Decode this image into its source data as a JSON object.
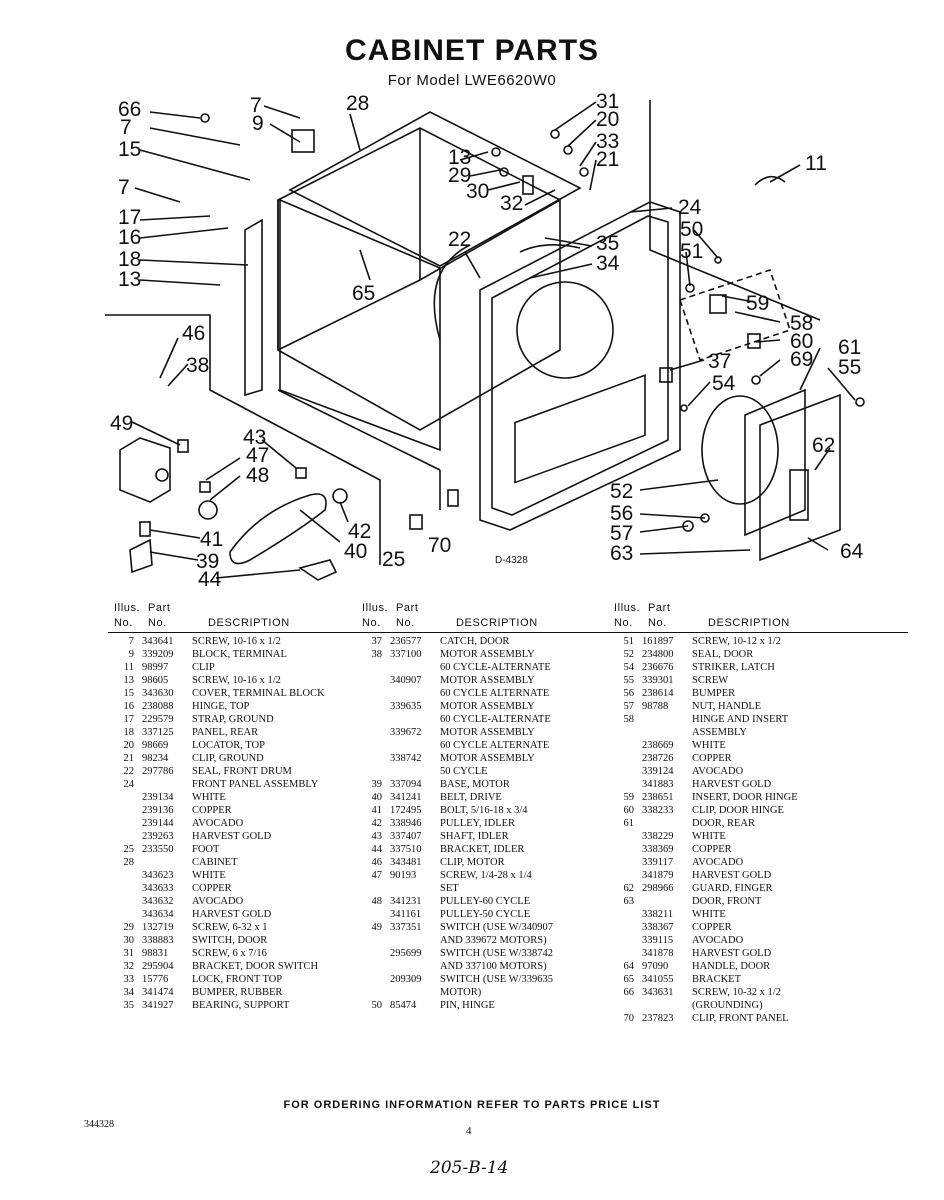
{
  "header": {
    "title": "CABINET PARTS",
    "subtitle": "For Model LWE6620W0"
  },
  "diagram": {
    "code": "D-4328",
    "callouts": [
      "66",
      "7",
      "15",
      "7",
      "17",
      "16",
      "18",
      "13",
      "7",
      "9",
      "28",
      "31",
      "20",
      "33",
      "21",
      "11",
      "13",
      "29",
      "30",
      "32",
      "22",
      "35",
      "34",
      "24",
      "50",
      "51",
      "59",
      "58",
      "60",
      "69",
      "61",
      "55",
      "65",
      "46",
      "38",
      "49",
      "43",
      "47",
      "48",
      "42",
      "40",
      "25",
      "70",
      "41",
      "39",
      "44",
      "37",
      "54",
      "62",
      "52",
      "56",
      "57",
      "63",
      "64"
    ]
  },
  "table_headers": {
    "illus": "Illus.",
    "part": "Part",
    "no": "No.",
    "no2": "No.",
    "description": "DESCRIPTION"
  },
  "columns": [
    [
      [
        "7",
        "343641",
        "SCREW, 10-16 x 1/2"
      ],
      [
        "9",
        "339209",
        "BLOCK, TERMINAL"
      ],
      [
        "11",
        "98997",
        "CLIP"
      ],
      [
        "13",
        "98605",
        "SCREW, 10-16 x 1/2"
      ],
      [
        "15",
        "343630",
        "COVER, TERMINAL BLOCK"
      ],
      [
        "16",
        "238088",
        "HINGE, TOP"
      ],
      [
        "17",
        "229579",
        "STRAP, GROUND"
      ],
      [
        "18",
        "337125",
        "PANEL, REAR"
      ],
      [
        "20",
        "98669",
        "LOCATOR, TOP"
      ],
      [
        "21",
        "98234",
        "CLIP, GROUND"
      ],
      [
        "22",
        "297786",
        "SEAL, FRONT DRUM"
      ],
      [
        "24",
        "",
        "FRONT PANEL ASSEMBLY"
      ],
      [
        "",
        "239134",
        "WHITE"
      ],
      [
        "",
        "239136",
        "COPPER"
      ],
      [
        "",
        "239144",
        "AVOCADO"
      ],
      [
        "",
        "239263",
        "HARVEST GOLD"
      ],
      [
        "25",
        "233550",
        "FOOT"
      ],
      [
        "28",
        "",
        "CABINET"
      ],
      [
        "",
        "343623",
        "WHITE"
      ],
      [
        "",
        "343633",
        "COPPER"
      ],
      [
        "",
        "343632",
        "AVOCADO"
      ],
      [
        "",
        "343634",
        "HARVEST GOLD"
      ],
      [
        "29",
        "132719",
        "SCREW, 6-32 x 1"
      ],
      [
        "30",
        "338883",
        "SWITCH, DOOR"
      ],
      [
        "31",
        "98831",
        "SCREW, 6 x 7/16"
      ],
      [
        "32",
        "295904",
        "BRACKET, DOOR SWITCH"
      ],
      [
        "33",
        "15776",
        "LOCK, FRONT TOP"
      ],
      [
        "34",
        "341474",
        "BUMPER, RUBBER"
      ],
      [
        "35",
        "341927",
        "BEARING, SUPPORT"
      ]
    ],
    [
      [
        "37",
        "236577",
        "CATCH, DOOR"
      ],
      [
        "38",
        "337100",
        "MOTOR ASSEMBLY"
      ],
      [
        "",
        "",
        "60 CYCLE-ALTERNATE"
      ],
      [
        "",
        "340907",
        "MOTOR ASSEMBLY"
      ],
      [
        "",
        "",
        "60 CYCLE ALTERNATE"
      ],
      [
        "",
        "339635",
        "MOTOR ASSEMBLY"
      ],
      [
        "",
        "",
        "60 CYCLE-ALTERNATE"
      ],
      [
        "",
        "339672",
        "MOTOR ASSEMBLY"
      ],
      [
        "",
        "",
        "60 CYCLE ALTERNATE"
      ],
      [
        "",
        "338742",
        "MOTOR ASSEMBLY"
      ],
      [
        "",
        "",
        "50 CYCLE"
      ],
      [
        "39",
        "337094",
        "BASE, MOTOR"
      ],
      [
        "40",
        "341241",
        "BELT, DRIVE"
      ],
      [
        "41",
        "172495",
        "BOLT, 5/16-18 x 3/4"
      ],
      [
        "42",
        "338946",
        "PULLEY, IDLER"
      ],
      [
        "43",
        "337407",
        "SHAFT, IDLER"
      ],
      [
        "44",
        "337510",
        "BRACKET, IDLER"
      ],
      [
        "46",
        "343481",
        "CLIP, MOTOR"
      ],
      [
        "47",
        "90193",
        "SCREW, 1/4-28 x 1/4"
      ],
      [
        "",
        "",
        "SET"
      ],
      [
        "48",
        "341231",
        "PULLEY-60 CYCLE"
      ],
      [
        "",
        "341161",
        "PULLEY-50 CYCLE"
      ],
      [
        "49",
        "337351",
        "SWITCH (USE W/340907"
      ],
      [
        "",
        "",
        "AND 339672 MOTORS)"
      ],
      [
        "",
        "295699",
        "SWITCH (USE W/338742"
      ],
      [
        "",
        "",
        "AND 337100 MOTORS)"
      ],
      [
        "",
        "209309",
        "SWITCH (USE W/339635"
      ],
      [
        "",
        "",
        "MOTOR)"
      ],
      [
        "50",
        "85474",
        "PIN, HINGE"
      ]
    ],
    [
      [
        "51",
        "161897",
        "SCREW, 10-12 x 1/2"
      ],
      [
        "52",
        "234800",
        "SEAL, DOOR"
      ],
      [
        "54",
        "236676",
        "STRIKER, LATCH"
      ],
      [
        "55",
        "339301",
        "SCREW"
      ],
      [
        "56",
        "238614",
        "BUMPER"
      ],
      [
        "57",
        "98788",
        "NUT, HANDLE"
      ],
      [
        "58",
        "",
        "HINGE AND INSERT"
      ],
      [
        "",
        "",
        "ASSEMBLY"
      ],
      [
        "",
        "238669",
        "WHITE"
      ],
      [
        "",
        "238726",
        "COPPER"
      ],
      [
        "",
        "339124",
        "AVOCADO"
      ],
      [
        "",
        "341883",
        "HARVEST GOLD"
      ],
      [
        "59",
        "238651",
        "INSERT, DOOR HINGE"
      ],
      [
        "60",
        "338233",
        "CLIP, DOOR HINGE"
      ],
      [
        "61",
        "",
        "DOOR, REAR"
      ],
      [
        "",
        "338229",
        "WHITE"
      ],
      [
        "",
        "338369",
        "COPPER"
      ],
      [
        "",
        "339117",
        "AVOCADO"
      ],
      [
        "",
        "341879",
        "HARVEST GOLD"
      ],
      [
        "62",
        "298966",
        "GUARD, FINGER"
      ],
      [
        "63",
        "",
        "DOOR, FRONT"
      ],
      [
        "",
        "338211",
        "WHITE"
      ],
      [
        "",
        "338367",
        "COPPER"
      ],
      [
        "",
        "339115",
        "AVOCADO"
      ],
      [
        "",
        "341878",
        "HARVEST GOLD"
      ],
      [
        "64",
        "97090",
        "HANDLE, DOOR"
      ],
      [
        "65",
        "341055",
        "BRACKET"
      ],
      [
        "66",
        "343631",
        "SCREW, 10-32 x 1/2"
      ],
      [
        "",
        "",
        "(GROUNDING)"
      ],
      [
        "70",
        "237823",
        "CLIP, FRONT PANEL"
      ]
    ]
  ],
  "footer": {
    "ordering": "FOR ORDERING INFORMATION REFER TO PARTS PRICE LIST",
    "doc_number": "344328",
    "page": "4",
    "handwritten": "205-B-14"
  }
}
